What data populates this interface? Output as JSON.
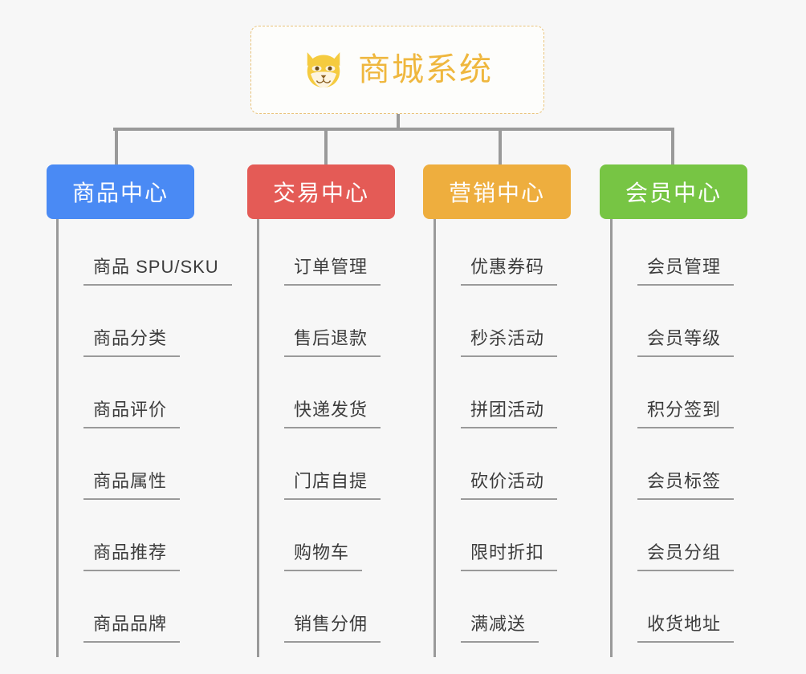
{
  "root": {
    "title": "商城系统",
    "icon": "shiba-dog-icon",
    "title_color": "#efb73e",
    "border_color": "#e9c37a"
  },
  "connector_color": "#9a9a9a",
  "background_color": "#f7f7f7",
  "columns": [
    {
      "key": "product-center",
      "label": "商品中心",
      "color": "#4a8af4",
      "items": [
        "商品 SPU/SKU",
        "商品分类",
        "商品评价",
        "商品属性",
        "商品推荐",
        "商品品牌"
      ]
    },
    {
      "key": "trade-center",
      "label": "交易中心",
      "color": "#e45b56",
      "items": [
        "订单管理",
        "售后退款",
        "快递发货",
        "门店自提",
        "购物车",
        "销售分佣"
      ]
    },
    {
      "key": "marketing-center",
      "label": "营销中心",
      "color": "#eeae3e",
      "items": [
        "优惠券码",
        "秒杀活动",
        "拼团活动",
        "砍价活动",
        "限时折扣",
        "满减送"
      ]
    },
    {
      "key": "member-center",
      "label": "会员中心",
      "color": "#77c544",
      "items": [
        "会员管理",
        "会员等级",
        "积分签到",
        "会员标签",
        "会员分组",
        "收货地址"
      ]
    }
  ]
}
